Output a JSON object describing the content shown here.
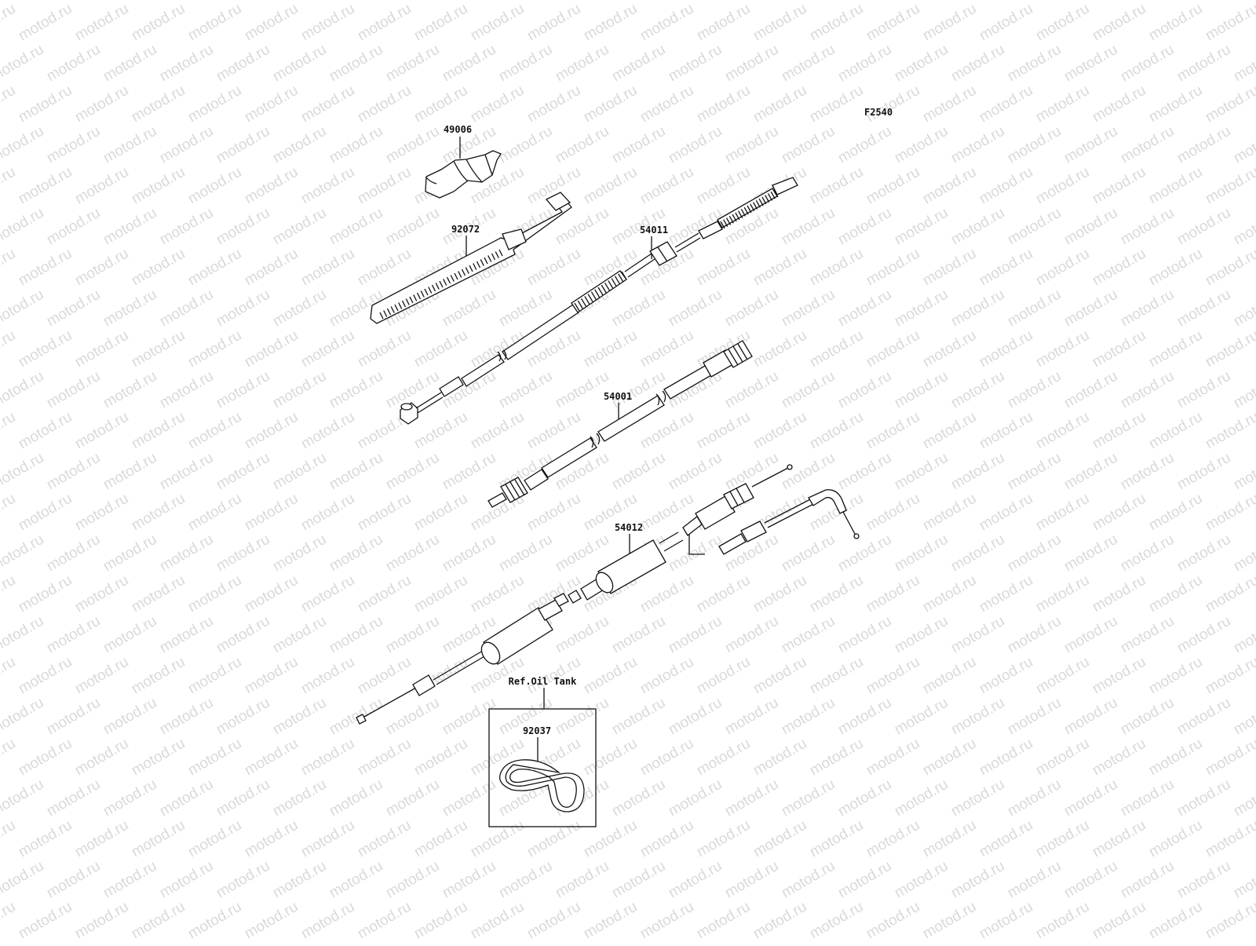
{
  "watermark": {
    "text": "motod.ru",
    "color": "#d9d9d9"
  },
  "figure_code": "F2540",
  "callouts": {
    "p49006": "49006",
    "p92072": "92072",
    "p54011": "54011",
    "p54001": "54001",
    "p54012": "54012",
    "p92037": "92037"
  },
  "ref_box": {
    "label": "Ref.Oil Tank"
  },
  "colors": {
    "line": "#111111",
    "background": "#ffffff"
  }
}
